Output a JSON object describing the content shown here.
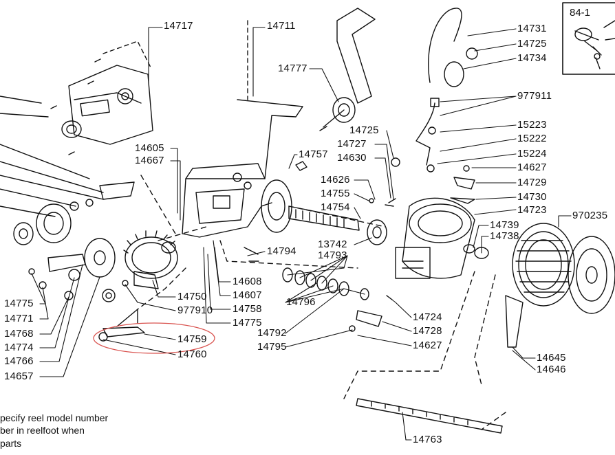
{
  "labels": {
    "l14717": "14717",
    "l14711": "14711",
    "l14777": "14777",
    "l14731": "14731",
    "l14725a": "14725",
    "l14734": "14734",
    "l977911": "977911",
    "l15223": "15223",
    "l15222": "15222",
    "l15224": "15224",
    "l14627a": "14627",
    "l14729": "14729",
    "l14730": "14730",
    "l14723": "14723",
    "l970235": "970235",
    "l14739": "14739",
    "l14738": "14738",
    "l14605": "14605",
    "l14667": "14667",
    "l14757": "14757",
    "l14725b": "14725",
    "l14727": "14727",
    "l14630": "14630",
    "l14626": "14626",
    "l14755": "14755",
    "l14754": "14754",
    "l13742": "13742",
    "l14794": "14794",
    "l14793": "14793",
    "l14608": "14608",
    "l14607": "14607",
    "l14758": "14758",
    "l14775b": "14775",
    "l14796": "14796",
    "l14724": "14724",
    "l14728": "14728",
    "l14792": "14792",
    "l14627b": "14627",
    "l14795": "14795",
    "l14750": "14750",
    "l977910": "977910",
    "l14759": "14759",
    "l14760": "14760",
    "l14775a": "14775",
    "l14771": "14771",
    "l14768": "14768",
    "l14774": "14774",
    "l14766": "14766",
    "l14657": "14657",
    "l14645": "14645",
    "l14646": "14646",
    "l14763": "14763"
  },
  "inset": {
    "title": "84-1"
  },
  "note": {
    "line1": "pecify reel model number",
    "line2": "ber in reelfoot when",
    "line3": "parts"
  },
  "highlight": {
    "color": "#d9534f",
    "target": "14759"
  }
}
